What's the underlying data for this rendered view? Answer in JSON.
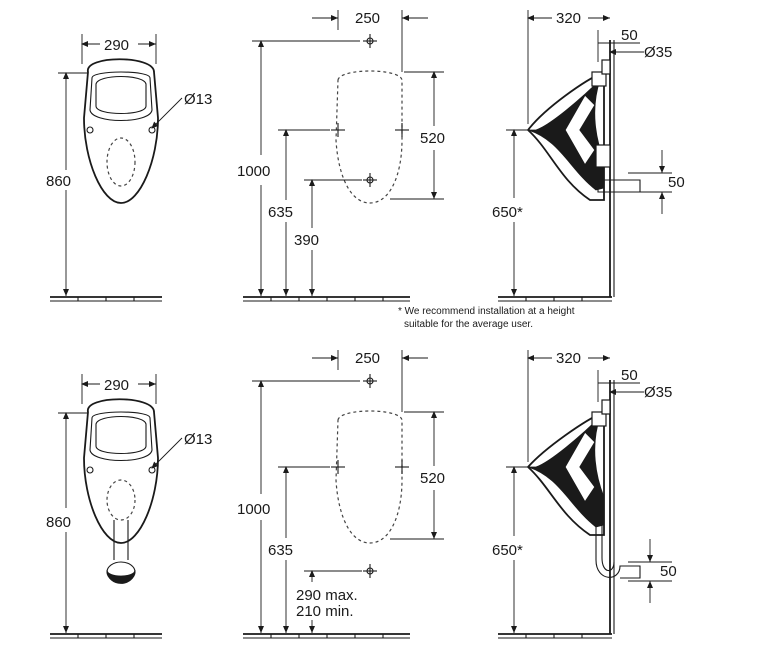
{
  "top": {
    "front": {
      "width": "290",
      "hole": "Ø13",
      "height": "860"
    },
    "install": {
      "spacing": "250",
      "total": "1000",
      "span": "520",
      "level1": "635",
      "level2": "390"
    },
    "side": {
      "depth": "320",
      "wall": "50",
      "pipe": "Ø35",
      "height": "650*",
      "outlet": "50"
    },
    "note": {
      "line1": "* We recommend installation at a height",
      "line2": "suitable for the average user."
    }
  },
  "bottom": {
    "front": {
      "width": "290",
      "hole": "Ø13",
      "height": "860"
    },
    "install": {
      "spacing": "250",
      "total": "1000",
      "span": "520",
      "level1": "635",
      "max": "290 max.",
      "min": "210 min."
    },
    "side": {
      "depth": "320",
      "wall": "50",
      "pipe": "Ø35",
      "height": "650*",
      "outlet": "50"
    }
  }
}
